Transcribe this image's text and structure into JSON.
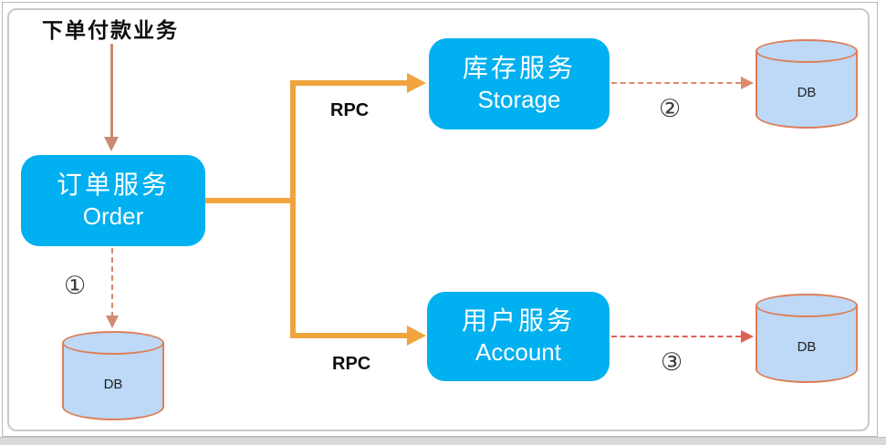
{
  "diagram": {
    "title": "下单付款业务",
    "nodes": {
      "order": {
        "zh": "订单服务",
        "en": "Order"
      },
      "storage": {
        "zh": "库存服务",
        "en": "Storage"
      },
      "account": {
        "zh": "用户服务",
        "en": "Account"
      }
    },
    "db_label": "DB",
    "edges": {
      "rpc_top": "RPC",
      "rpc_bottom": "RPC",
      "step_order_db": "①",
      "step_storage_db": "②",
      "step_account_db": "③"
    },
    "colors": {
      "service_box": "#00b0f0",
      "service_text": "#ffffff",
      "rpc_line": "#f0a43e",
      "flow_arrow": "#c98a72",
      "dashed_order_db": "#d08b70",
      "dashed_storage_db": "#dd8a6e",
      "dashed_account_db": "#df6156",
      "db_fill": "#bdd9f7",
      "db_border": "#dd7e58",
      "frame_border": "#c9c9c9"
    }
  }
}
